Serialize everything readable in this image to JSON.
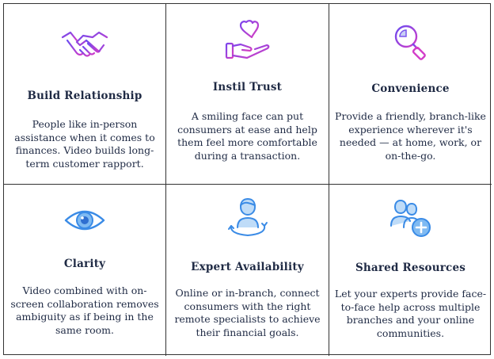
{
  "cards": [
    {
      "title": "Build Relationship",
      "icon": "handshake-icon",
      "lines": [
        "People like in-person",
        "assistance when it comes to",
        "finances. Video builds long-",
        "term customer rapport."
      ]
    },
    {
      "title": "Instil Trust",
      "icon": "heart-hand-icon",
      "lines": [
        "A smiling face can put",
        "consumers at ease and help",
        "them feel more comfortable",
        "during a transaction."
      ]
    },
    {
      "title": "Convenience",
      "icon": "magnifier-icon",
      "lines": [
        "Provide a friendly, branch-like",
        "experience wherever it's",
        "needed — at home, work, or",
        "on-the-go."
      ]
    },
    {
      "title": "Clarity",
      "icon": "eye-icon",
      "lines": [
        "Video combined with on-",
        "screen collaboration removes",
        "ambiguity as if being in the",
        "same room."
      ]
    },
    {
      "title": "Expert Availability",
      "icon": "person-rotate-icon",
      "lines": [
        "Online or in-branch, connect",
        "consumers with the right",
        "remote specialists to achieve",
        "their financial goals."
      ]
    },
    {
      "title": "Shared Resources",
      "icon": "add-users-icon",
      "lines": [
        "Let your experts provide face-",
        "to-face help across multiple",
        "branches and your online",
        "communities."
      ]
    }
  ],
  "colors": {
    "purple": "#8a3ee6",
    "magenta": "#c93dd6",
    "blue": "#3a8be6",
    "lightblue": "#7fc0f5",
    "text": "#1f2a44"
  }
}
